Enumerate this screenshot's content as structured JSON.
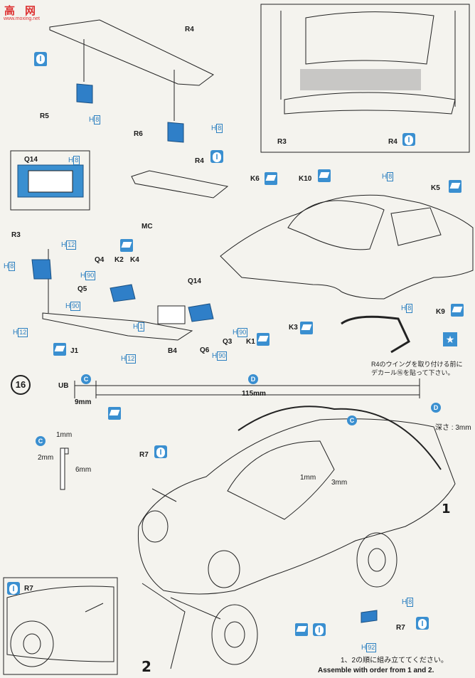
{
  "watermark": {
    "site_logo": "高",
    "site_text": "网",
    "site_url": "www.moxing.net"
  },
  "labels": {
    "r4_top": "R4",
    "r5": "R5",
    "r6": "R6",
    "q14": "Q14",
    "r4_mid": "R4",
    "k6": "K6",
    "k10": "K10",
    "k5": "K5",
    "r3": "R3",
    "mc": "MC",
    "q4": "Q4",
    "k2": "K2",
    "k4": "K4",
    "q5": "Q5",
    "q14_mid": "Q14",
    "k3": "K3",
    "k1": "K1",
    "q3": "Q3",
    "q6": "Q6",
    "b4": "B4",
    "j1": "J1",
    "k9": "K9",
    "inset_r3": "R3",
    "inset_r4": "R4",
    "r7_top": "R7",
    "r7_inset": "R7",
    "r7_bottom": "R7"
  },
  "hcodes": {
    "r5": "8",
    "r6": "8",
    "q14": "8",
    "h8_windshield": "8",
    "r3_h12": "12",
    "r3_h8": "8",
    "q4_h90": "90",
    "q5_h90": "90",
    "h1": "1",
    "h12_j1": "12",
    "h12_bottom": "12",
    "k3_h8": "8",
    "q3_h90": "90",
    "q6_h90": "90",
    "h8_dash": "8",
    "r7_h8": "8",
    "r7_h92": "92"
  },
  "h_letter": "H",
  "badge_number": "16",
  "step_numbers": {
    "one": "1",
    "two": "2"
  },
  "stripe": {
    "ub": "UB",
    "c": "C",
    "d": "D",
    "mm9": "9mm",
    "mm115": "115mm"
  },
  "cut_detail": {
    "mm1": "1mm",
    "mm2": "2mm",
    "mm6": "6mm",
    "c": "C"
  },
  "car_dims": {
    "mm1": "1mm",
    "mm3": "3mm"
  },
  "depth_note": "深さ : 3mm",
  "decal_note": {
    "line1": "R4のウイングを取り付ける前に",
    "line2": "デカール⑯を貼って下さい。"
  },
  "assembly_note": {
    "jp": "1、2の順に組み立ててください。",
    "en": "Assemble with order from 1 and 2."
  },
  "colors": {
    "blue": "#3a8fd0",
    "parts_blue": "#2f7fc8",
    "line": "#222222"
  }
}
